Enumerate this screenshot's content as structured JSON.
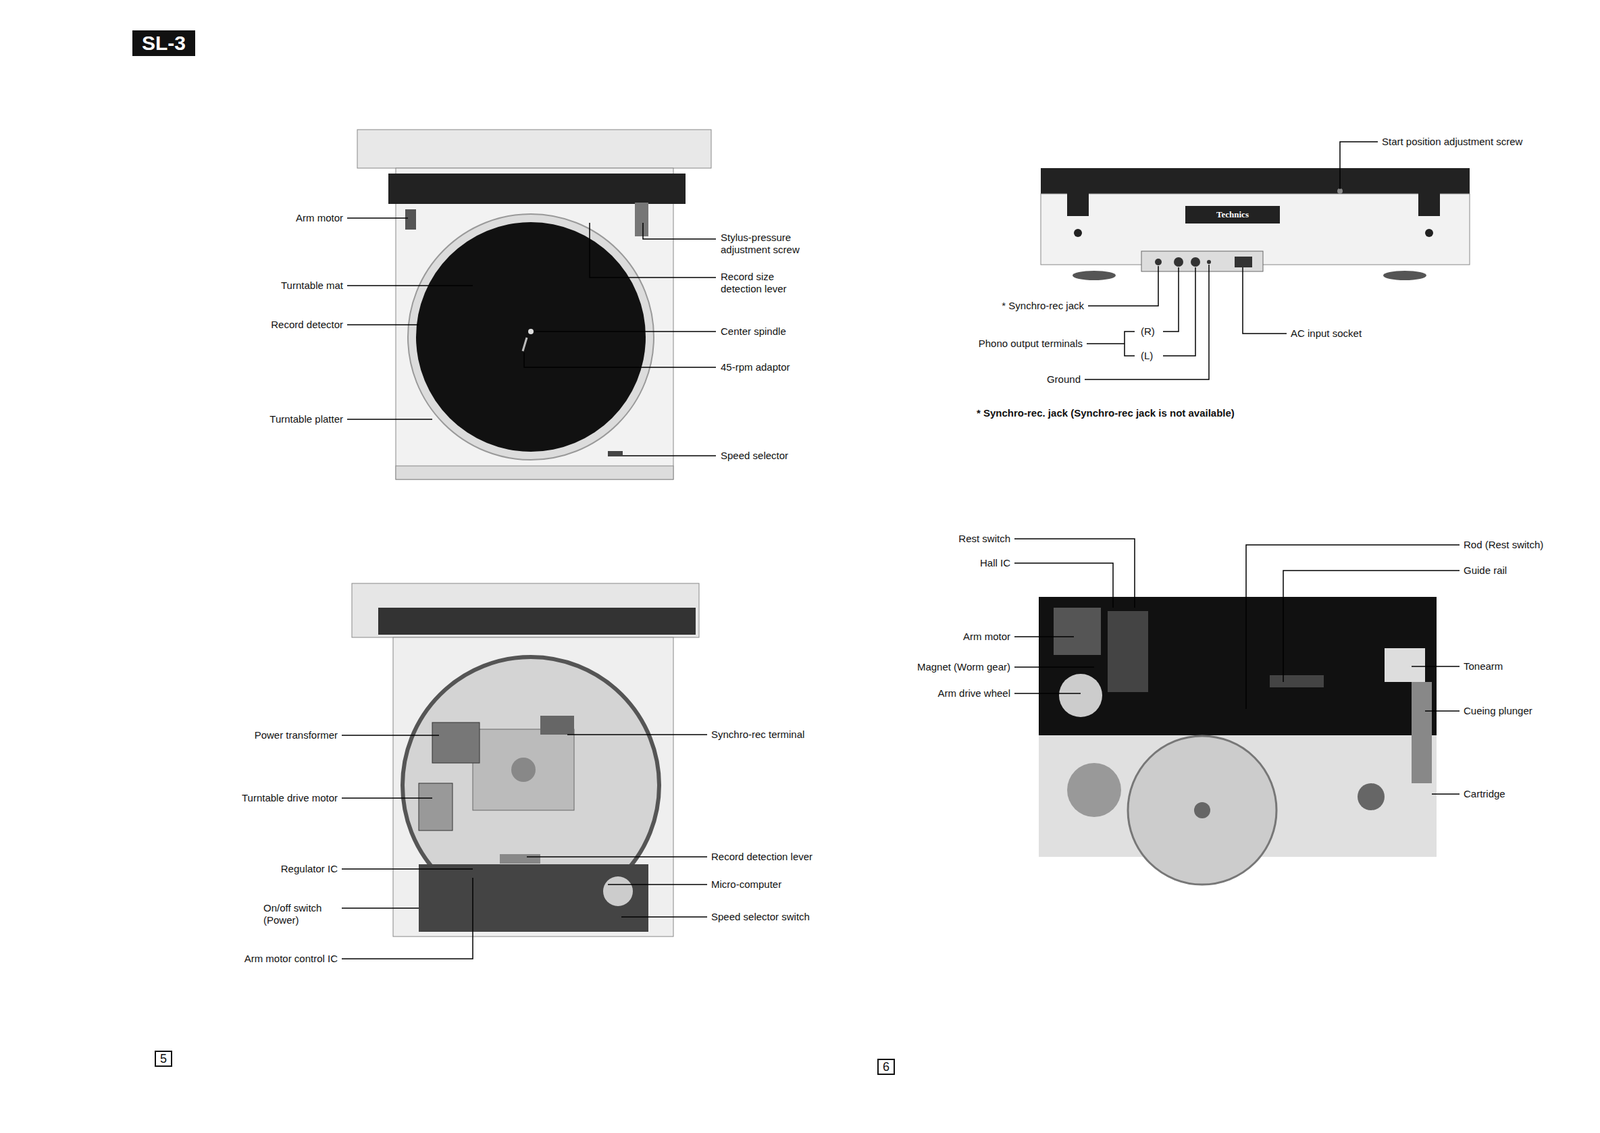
{
  "diagram": {
    "title": "SL-3",
    "labels": [
      "Arm motor",
      "Turntable mat",
      "Record detector",
      "Turntable platter",
      "Stylus-pressure adjustment screw",
      "Record size detection lever",
      "Center spindle",
      "45-rpm adaptor",
      "Speed selector",
      "Power transformer",
      "Turntable drive motor",
      "Regulator IC",
      "On/off switch (Power)",
      "Arm motor control IC",
      "Synchro-rec terminal",
      "Record detection lever",
      "Micro-computer",
      "Speed selector switch",
      "Start position adjustment screw",
      "Technics",
      "* Synchro-rec jack",
      "Phono output terminals",
      "(R)",
      "(L)",
      "Ground",
      "AC input socket",
      "* Synchro-rec. jack (Synchro-rec jack is not available)",
      "Rest switch",
      "Hall IC",
      "Arm motor",
      "Magnet (Worm gear)",
      "Arm drive wheel",
      "Rod (Rest switch)",
      "Guide rail",
      "Tonearm",
      "Cueing plunger",
      "Cartridge",
      "5",
      "6"
    ]
  }
}
